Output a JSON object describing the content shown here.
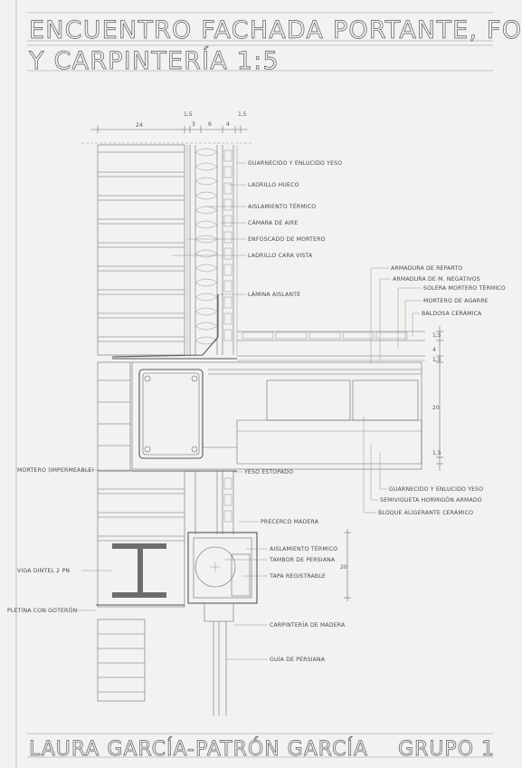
{
  "title": {
    "line1": "ENCUENTRO FACHADA PORTANTE, FORJADO",
    "line2": "Y CARPINTERÍA 1:5"
  },
  "footer": {
    "author": "LAURA GARCÍA-PATRÓN GARCÍA",
    "group": "GRUPO 1"
  },
  "dimensions": {
    "top_24": "24",
    "top_1_5_a": "1,5",
    "top_3": "3",
    "top_6": "6",
    "top_4": "4",
    "top_1_5_b": "1,5",
    "right_1_5_top": "1,5",
    "right_4": "4",
    "right_1_5_mid": "1,5",
    "right_20": "20",
    "right_1_5_bot": "1,5",
    "shutter_20": "20"
  },
  "labels": {
    "guarnecido_top": "GUARNECIDO Y ENLUCIDO YESO",
    "ladrillo_hueco": "LADRILLO HUECO",
    "aislamiento_top": "AISLAMIENTO TÉRMICO",
    "camara_aire": "CÁMARA DE AIRE",
    "enfoscado": "ENFOSCADO DE MORTERO",
    "ladrillo_cara_vista": "LADRILLO CARA VISTA",
    "lamina_aislante": "LÁMINA AISLANTE",
    "armadura_reparto": "ARMADURA DE REPARTO",
    "armadura_negativos": "ARMADURA DE M. NEGATIVOS",
    "solera_mortero": "SOLERA MORTERO TÉRMICO",
    "mortero_agarre": "MORTERO DE AGARRE",
    "baldosa_ceramica": "BALDOSA CERÁMICA",
    "mortero_impermeable": "MORTERO (IMPERMEABLE)",
    "yeso_estopado": "YESO ESTOPADO",
    "guarnecido_bottom": "GUARNECIDO Y ENLUCIDO YESO",
    "semivigueta": "SEMIVIGUETA HORMIGÓN ARMADO",
    "bloque_aligerante": "BLOQUE ALIGERANTE CERÁMICO",
    "precerco_madera": "PRECERCO MADERA",
    "aislamiento_caja": "AISLAMIENTO TÉRMICO",
    "tambor_persiana": "TAMBOR DE PERSIANA",
    "tapa_registrable": "TAPA REGISTRABLE",
    "viga_dintel": "VIGA DINTEL 2 PN",
    "pletina_goteron": "PLETINA CON GOTERÓN",
    "carpinteria_madera": "CARPINTERÍA DE MADERA",
    "guia_persiana": "GUÍA DE PERSIANA"
  },
  "colors": {
    "paper": "#f3f2f0",
    "pencil": "#5a5a5a",
    "dark_fill": "#6d6d6d"
  }
}
